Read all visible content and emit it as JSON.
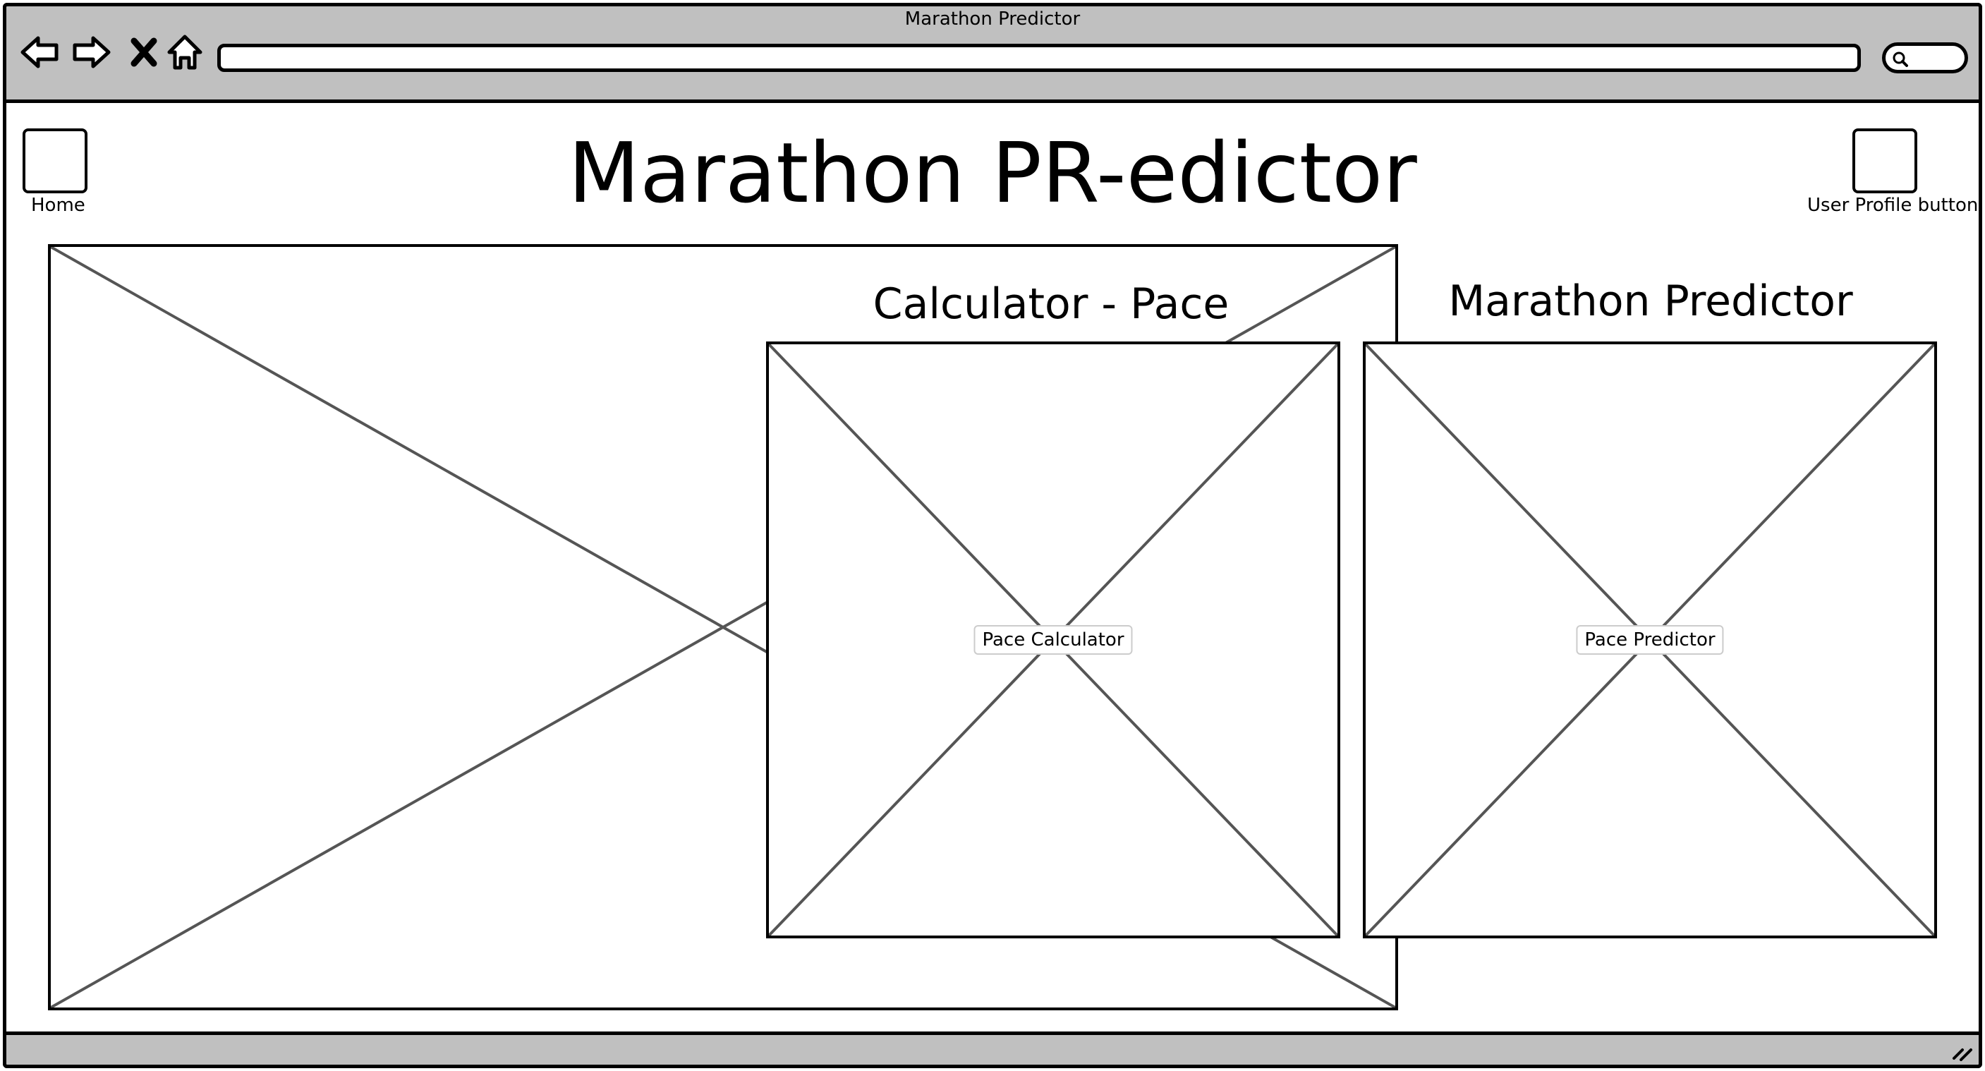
{
  "window": {
    "title": "Marathon Predictor"
  },
  "toolbar": {
    "icons": [
      "back-arrow",
      "forward-arrow",
      "close-x",
      "home-house"
    ],
    "url_value": "",
    "search_placeholder": ""
  },
  "page": {
    "title": "Marathon PR-edictor",
    "home_label": "Home",
    "profile_label": "User Profile button"
  },
  "sections": {
    "calculator": {
      "heading": "Calculator - Pace",
      "label": "Pace Calculator"
    },
    "predictor": {
      "heading": "Marathon Predictor",
      "label": "Pace Predictor"
    }
  }
}
